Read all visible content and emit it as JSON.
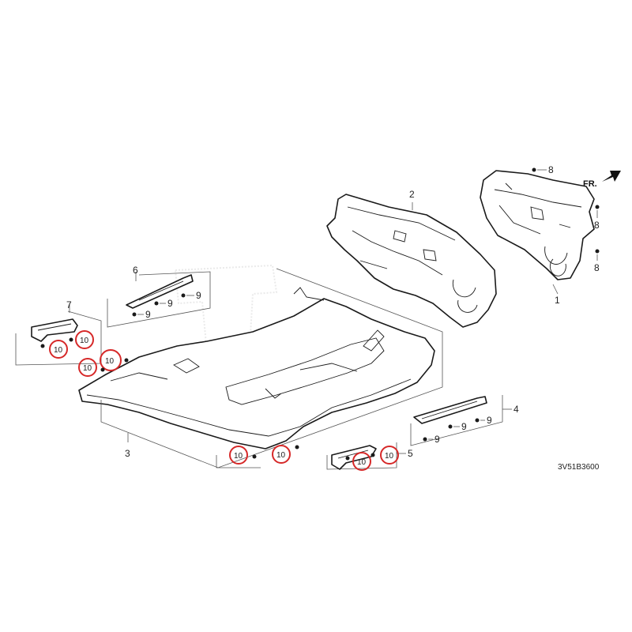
{
  "diagram": {
    "direction_label": "FR.",
    "drawing_code": "3V51B3600",
    "highlight_color": "#d62828",
    "line_color": "#1a1a1a",
    "parts": [
      {
        "id": "part-1",
        "label": "1"
      },
      {
        "id": "part-2",
        "label": "2"
      },
      {
        "id": "part-3",
        "label": "3"
      },
      {
        "id": "part-4",
        "label": "4"
      },
      {
        "id": "part-5",
        "label": "5"
      },
      {
        "id": "part-6",
        "label": "6"
      },
      {
        "id": "part-7",
        "label": "7"
      }
    ],
    "fastener_labels": {
      "clip_8": "8",
      "clip_9": "9",
      "clip_10": "10"
    }
  }
}
